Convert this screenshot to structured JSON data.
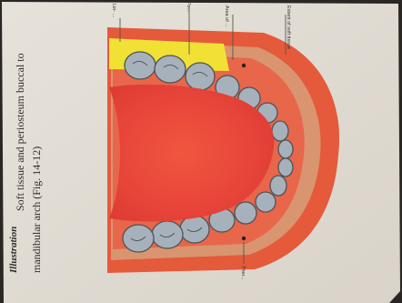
{
  "caption": {
    "line1": "Soft tissue and periosteum buccal to",
    "line2": "mandibular arch (Fig. 14-12)",
    "lead": "Illustration"
  },
  "labels": {
    "top_left": "Lin- ...",
    "top_mid": "Pe...",
    "top_center": "Area of ...",
    "top_right": "Extent of soft tissue",
    "bottom": "Ther..."
  },
  "colors": {
    "page": "#e9e4dc",
    "gum_outer": "#e45a3b",
    "gum_band": "#d9956f",
    "tongue": "#e8473a",
    "highlight": "#f2e135",
    "tooth": "#a7b1bb"
  }
}
